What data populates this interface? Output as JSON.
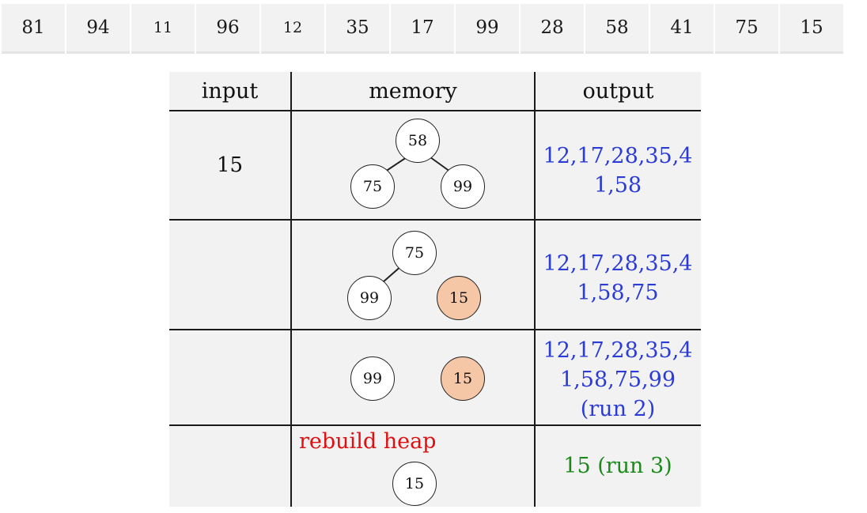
{
  "input_sequence": [
    "81",
    "94",
    "11",
    "96",
    "12",
    "35",
    "17",
    "99",
    "28",
    "58",
    "41",
    "75",
    "15"
  ],
  "headers": {
    "input": "input",
    "memory": "memory",
    "output": "output"
  },
  "rows": [
    {
      "input": "15",
      "heap": {
        "root": "58",
        "left": "75",
        "right": "99"
      },
      "output_lines": [
        "12,17,28,35,4",
        "1,58"
      ]
    },
    {
      "input": "",
      "heap": {
        "root": "75",
        "left": "99",
        "right": "15",
        "right_highlight": true
      },
      "output_lines": [
        "12,17,28,35,4",
        "1,58,75"
      ]
    },
    {
      "input": "",
      "heap": {
        "left": "99",
        "right": "15",
        "right_highlight": true
      },
      "output_lines": [
        "12,17,28,35,4",
        "1,58,75,99",
        "(run 2)"
      ]
    },
    {
      "input": "",
      "note": "rebuild heap",
      "heap": {
        "root": "15"
      },
      "output_lines": [
        "15 (run 3)"
      ]
    }
  ],
  "colors": {
    "output_text": "#2b3bd6",
    "run3_text": "#1a8a1a",
    "note_text": "#e01010",
    "highlight_node": "#f6c7a6",
    "cell_background": "#f2f2f2"
  }
}
